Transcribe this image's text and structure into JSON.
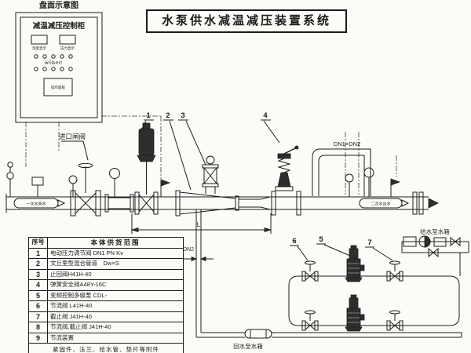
{
  "title": "水泵供水减温减压装置系统",
  "panel": {
    "caption": "盘面示意图",
    "cabinet_label": "减温减压控制柜",
    "display_left_label": "温度显示",
    "display_right_label": "压力显示",
    "lights_label": "运行指示灯",
    "keypad_label": "操作面板"
  },
  "labels": {
    "inlet_valve": "进口闸阀",
    "dn1xdn2": "DN1×DN2",
    "dn2": "DN2",
    "dim_l": "L",
    "flow_left": "一次水来水",
    "flow_right": "二次水出水",
    "supply_tank": "给水至水箱",
    "return_tank": "回水至水箱"
  },
  "callouts": {
    "c1": "1",
    "c2": "2",
    "c3": "3",
    "c4": "4",
    "c5": "5",
    "c6": "6",
    "c7": "7"
  },
  "table": {
    "header": {
      "no": "序号",
      "scope": "本体供货范围"
    },
    "rows": [
      {
        "no": "1",
        "desc": "电动压力调节阀 DN1 PN Kv"
      },
      {
        "no": "2",
        "desc": "文丘里型混合管道　Dw×S"
      },
      {
        "no": "3",
        "desc": "止回阀H41H-40"
      },
      {
        "no": "4",
        "desc": "弹簧安全阀A48Y-16C"
      },
      {
        "no": "5",
        "desc": "变频控制多级泵 CDL-"
      },
      {
        "no": "6",
        "desc": "节流阀 L41H-40"
      },
      {
        "no": "7",
        "desc": "截止阀 J41H-40"
      },
      {
        "no": "8",
        "desc": "节流阀,截止阀 J41H-40"
      },
      {
        "no": "9",
        "desc": "节流装置"
      }
    ],
    "footer": "紧固件、法兰、给水管、垫片等附件"
  },
  "colors": {
    "line": "#1c1c1c",
    "background": "#fbfbf7"
  }
}
